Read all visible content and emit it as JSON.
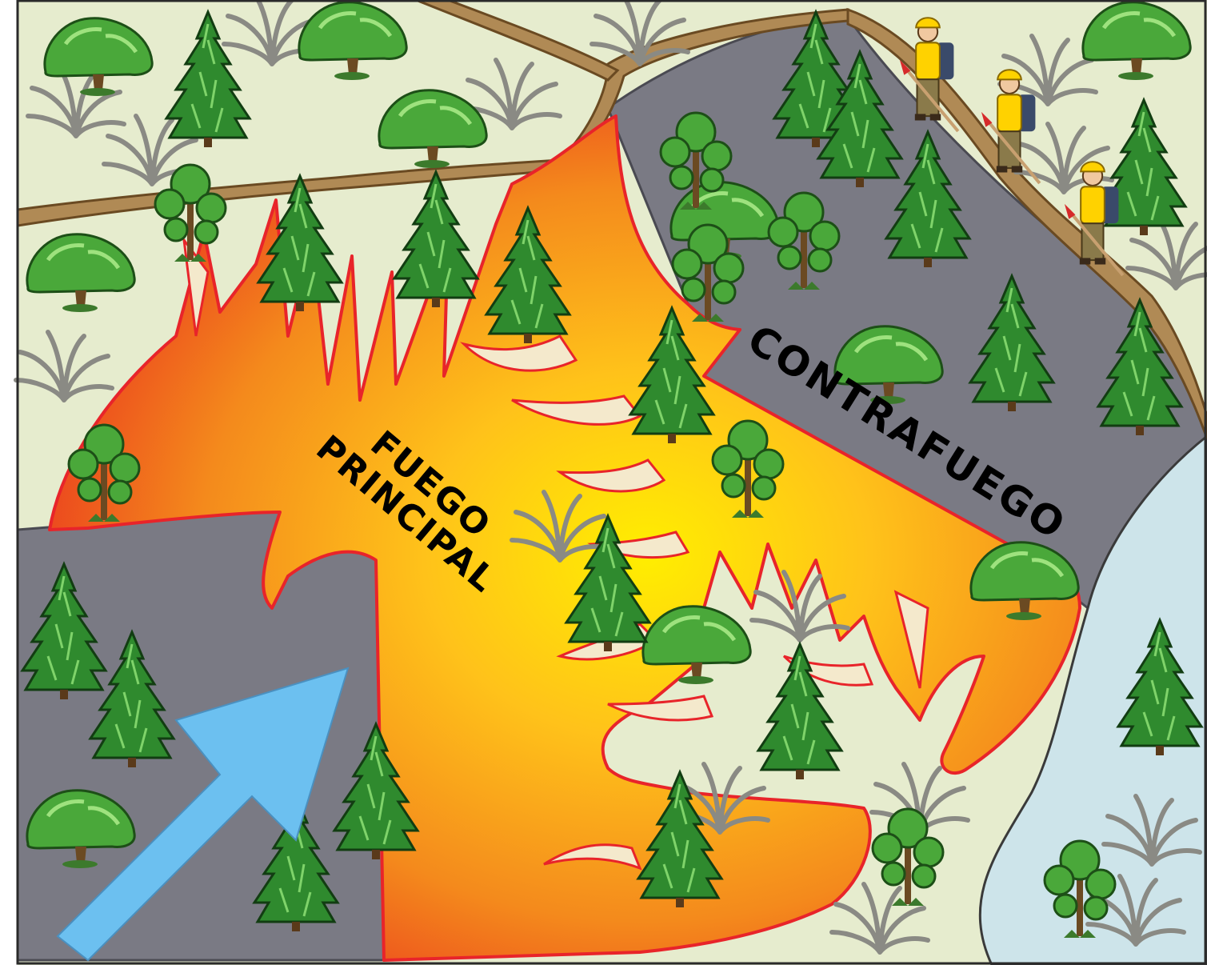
{
  "labels": {
    "main_fire": [
      "FUEGO",
      "PRINCIPAL"
    ],
    "backfire": "CONTRAFUEGO"
  },
  "legend_colors": {
    "unburned_ground": "#e6ecce",
    "burned_area": "#7a7a84",
    "fire_core": "#ffee00",
    "fire_edge": "#e8242a",
    "river": "#cde4ea",
    "trail": "#b08a55",
    "wind_arrow": "#6cc0f0",
    "tree_green": "#2f8a2e"
  },
  "icons": {
    "wind": "wind-direction-arrow-icon",
    "firefighter": "firefighter-with-tool-icon",
    "conifer": "conifer-tree-icon",
    "deciduous": "broadleaf-tree-icon",
    "shrub": "dry-shrub-icon"
  },
  "firefighter_count": 3
}
